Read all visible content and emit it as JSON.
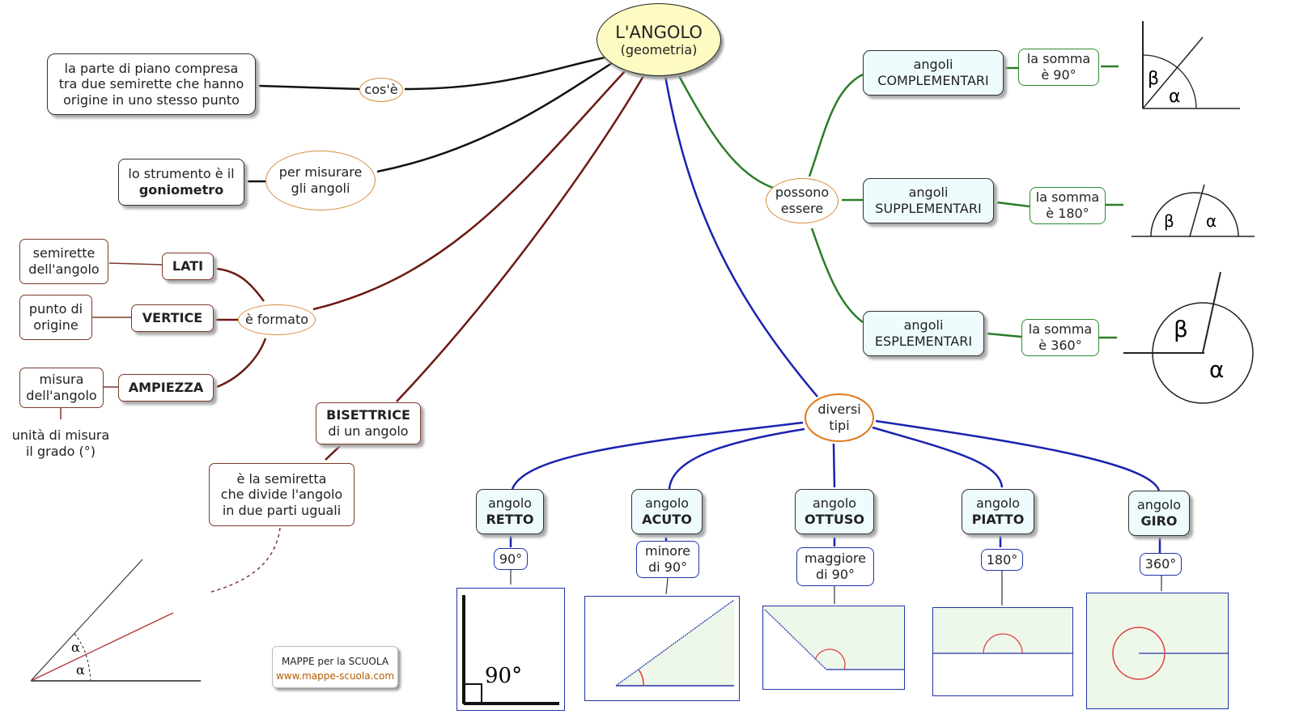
{
  "title": {
    "main": "L'ANGOLO",
    "sub": "(geometria)"
  },
  "definition": {
    "text": "la parte di piano compresa tra due semirette che hanno origine in uno stesso punto",
    "line1": "la parte di piano compresa",
    "line2": "tra due semirette che hanno",
    "line3": "origine in uno stesso punto",
    "link": "cos'è"
  },
  "measure": {
    "link_line1": "per misurare",
    "link_line2": "gli angoli",
    "tool_line1": "lo strumento è il",
    "tool_bold": "goniometro"
  },
  "formed": {
    "link": "è formato",
    "parts": [
      {
        "label": "LATI",
        "desc_line1": "semirette",
        "desc_line2": "dell'angolo"
      },
      {
        "label": "VERTICE",
        "desc_line1": "punto di",
        "desc_line2": "origine"
      },
      {
        "label": "AMPIEZZA",
        "desc_line1": "misura",
        "desc_line2": "dell'angolo"
      }
    ],
    "unit_line1": "unità di misura",
    "unit_line2": "il grado (°)"
  },
  "bisector": {
    "title": "BISETTRICE",
    "sub": "di un angolo",
    "desc_line1": "è la semiretta",
    "desc_line2": "che divide l'angolo",
    "desc_line3": "in due parti uguali",
    "alpha": "α"
  },
  "pairs": {
    "link_line1": "possono",
    "link_line2": "essere",
    "items": [
      {
        "line1": "angoli",
        "line2": "COMPLEMENTARI",
        "sum_line1": "la somma",
        "sum_line2": "è 90°",
        "beta": "β",
        "alpha": "α"
      },
      {
        "line1": "angoli",
        "line2": "SUPPLEMENTARI",
        "sum_line1": "la somma",
        "sum_line2": "è 180°",
        "beta": "β",
        "alpha": "α"
      },
      {
        "line1": "angoli",
        "line2": "ESPLEMENTARI",
        "sum_line1": "la somma",
        "sum_line2": "è 360°",
        "beta": "β",
        "alpha": "α"
      }
    ]
  },
  "types": {
    "link_line1": "diversi",
    "link_line2": "tipi",
    "items": [
      {
        "line1": "angolo",
        "line2": "RETTO",
        "measure_line1": "90°",
        "measure_line2": "",
        "pic_label": "90°"
      },
      {
        "line1": "angolo",
        "line2": "ACUTO",
        "measure_line1": "minore",
        "measure_line2": "di 90°"
      },
      {
        "line1": "angolo",
        "line2": "OTTUSO",
        "measure_line1": "maggiore",
        "measure_line2": "di 90°"
      },
      {
        "line1": "angolo",
        "line2": "PIATTO",
        "measure_line1": "180°",
        "measure_line2": ""
      },
      {
        "line1": "angolo",
        "line2": "GIRO",
        "measure_line1": "360°",
        "measure_line2": ""
      }
    ]
  },
  "credit": {
    "line1": "MAPPE per la SCUOLA",
    "line2": "www.mappe-scuola.com"
  },
  "colors": {
    "black_link": "#111111",
    "brown_link": "#6b1a12",
    "blue_link": "#1a22b0",
    "green_link": "#2a7d2a",
    "title_fill": "#fdfbc2",
    "type_fill": "#eefcfd",
    "pic_fill": "#eef8ea",
    "arc": "#e04040"
  }
}
